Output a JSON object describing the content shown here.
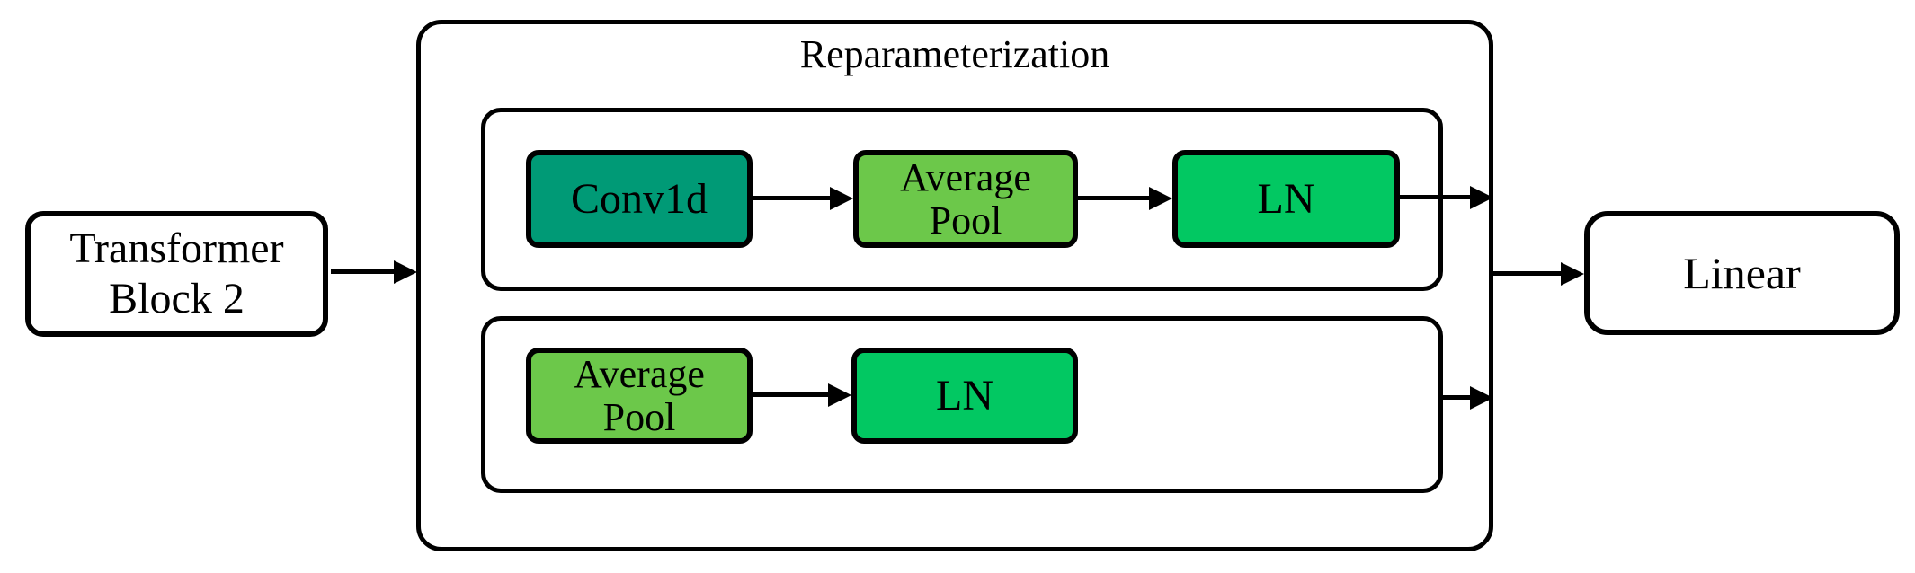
{
  "figure": {
    "kind": "model-architecture-diagram",
    "background_color": "#ffffff",
    "line_color": "#000000",
    "reparam_container": {
      "title": "Reparameterization"
    },
    "nodes": {
      "transformer": {
        "lines": [
          "Transformer",
          "Block 2"
        ],
        "fill": "#ffffff"
      },
      "conv1d": {
        "label": "Conv1d",
        "fill": "#009a76"
      },
      "avgpool_top": {
        "lines": [
          "Average",
          "Pool"
        ],
        "fill": "#6cc84a"
      },
      "ln_top": {
        "label": "LN",
        "fill": "#02c862"
      },
      "avgpool_bottom": {
        "lines": [
          "Average",
          "Pool"
        ],
        "fill": "#6cc84a"
      },
      "ln_bottom": {
        "label": "LN",
        "fill": "#02c862"
      },
      "linear": {
        "label": "Linear",
        "fill": "#ffffff"
      }
    },
    "connections": [
      "transformer -> reparameterization",
      "conv1d -> avgpool_top",
      "avgpool_top -> ln_top",
      "ln_top -> reparameterization-edge",
      "avgpool_bottom -> ln_bottom",
      "branch2 -> reparameterization-edge",
      "reparameterization -> linear"
    ]
  }
}
